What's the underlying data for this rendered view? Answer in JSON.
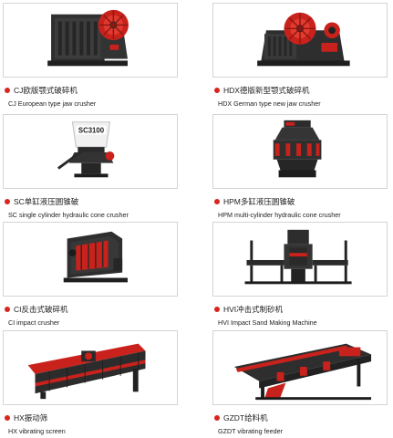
{
  "products": [
    {
      "id": "cj",
      "title_zh": "CJ欧版颚式破碎机",
      "title_en": "CJ European type jaw crusher",
      "icon": "jaw-crusher-icon"
    },
    {
      "id": "hdx",
      "title_zh": "HDX德版新型颚式破碎机",
      "title_en": "HDX German type new jaw crusher",
      "icon": "jaw-crusher-icon"
    },
    {
      "id": "sc",
      "title_zh": "SC单缸液压圆锥破",
      "title_en": "SC single cylinder hydraulic cone crusher",
      "icon": "cone-crusher-icon",
      "label_text": "SC3100"
    },
    {
      "id": "hpm",
      "title_zh": "HPM多缸液压圆锥破",
      "title_en": "HPM multi-cylinder hydraulic cone crusher",
      "icon": "cone-crusher-icon"
    },
    {
      "id": "ci",
      "title_zh": "CI反击式破碎机",
      "title_en": "CI impact crusher",
      "icon": "impact-crusher-icon"
    },
    {
      "id": "hvi",
      "title_zh": "HVI冲击式制砂机",
      "title_en": "HVI Impact Sand Making Machine",
      "icon": "sand-maker-icon"
    },
    {
      "id": "hx",
      "title_zh": "HX振动筛",
      "title_en": "HX vibrating screen",
      "icon": "vibrating-screen-icon"
    },
    {
      "id": "gzdt",
      "title_zh": "GZDT给料机",
      "title_en": "GZDT vibrating feeder",
      "icon": "vibrating-feeder-icon"
    }
  ],
  "colors": {
    "accent": "#d8261f",
    "machine_dark": "#2b2b2b",
    "frame_border": "#d4d4d4"
  }
}
